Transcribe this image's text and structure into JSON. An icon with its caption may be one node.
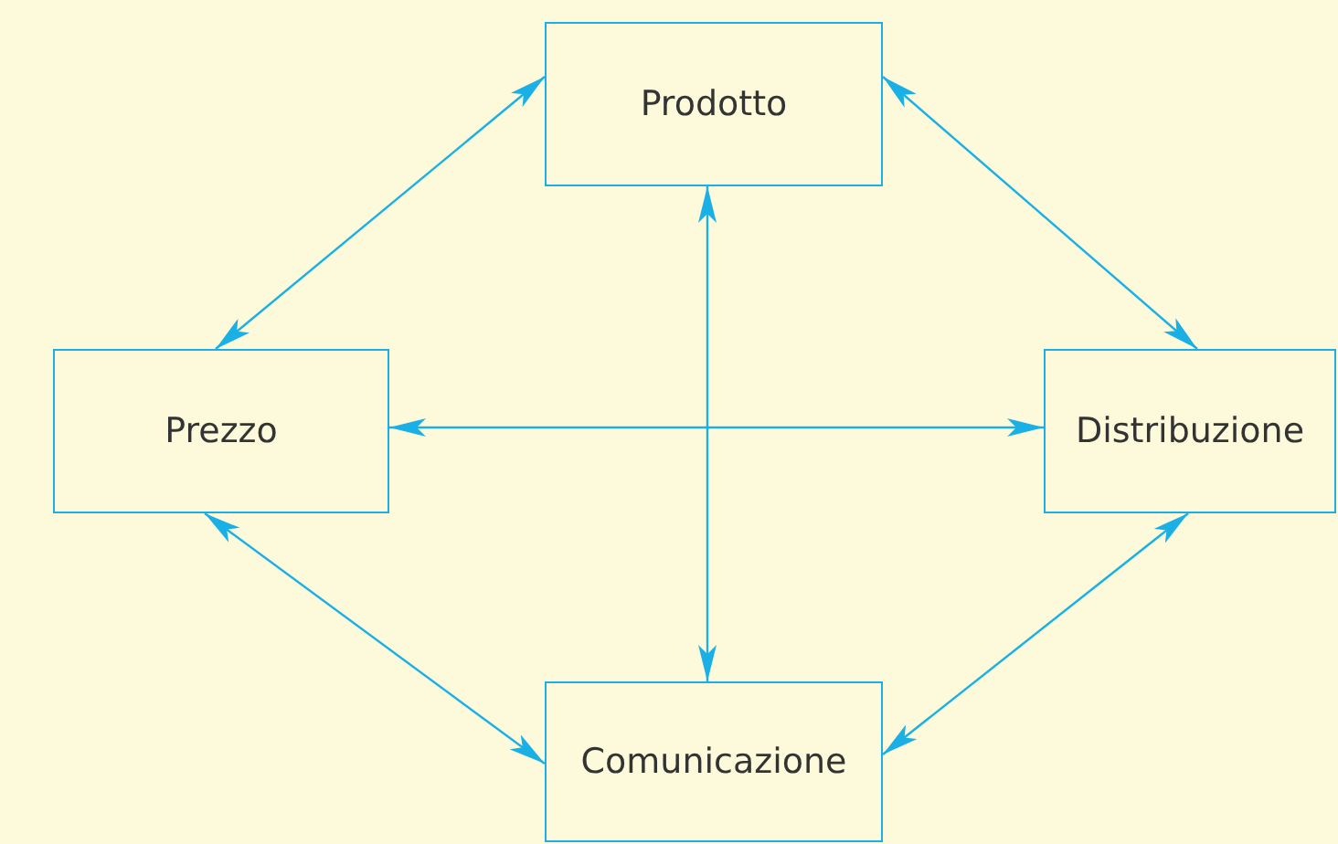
{
  "diagram": {
    "nodes": [
      {
        "text": [
          "Prodotto"
        ]
      },
      {
        "text": [
          "Prezzo"
        ]
      },
      {
        "text": [
          "Distribuzione"
        ]
      },
      {
        "text": [
          "Comunicazione"
        ]
      }
    ],
    "edges": [
      {
        "from": 0,
        "to": 1,
        "arrow": "both"
      },
      {
        "from": 0,
        "to": 2,
        "arrow": "both"
      },
      {
        "from": 1,
        "to": 2,
        "arrow": "both"
      },
      {
        "from": 0,
        "to": 3,
        "arrow": "both"
      },
      {
        "from": 1,
        "to": 3,
        "arrow": "both"
      },
      {
        "from": 2,
        "to": 3,
        "arrow": "both"
      }
    ]
  }
}
